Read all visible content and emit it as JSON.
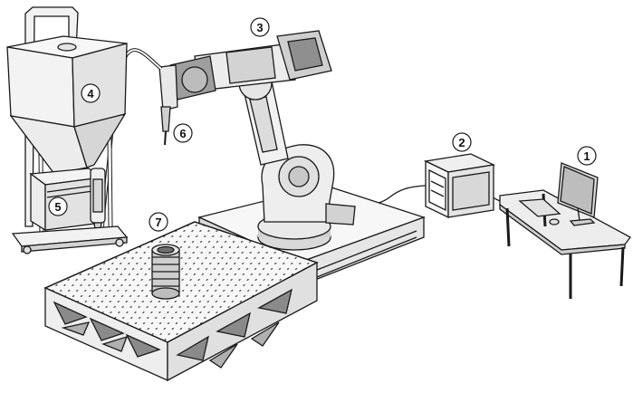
{
  "callouts": [
    {
      "id": "1",
      "label": "1"
    },
    {
      "id": "2",
      "label": "2"
    },
    {
      "id": "3",
      "label": "3"
    },
    {
      "id": "4",
      "label": "4"
    },
    {
      "id": "5",
      "label": "5"
    },
    {
      "id": "6",
      "label": "6"
    },
    {
      "id": "7",
      "label": "7"
    }
  ],
  "colors": {
    "stroke": "#1a1a1a",
    "light": "#f2f2f2",
    "mid": "#cfcfcf",
    "dark": "#8a8a8a"
  }
}
